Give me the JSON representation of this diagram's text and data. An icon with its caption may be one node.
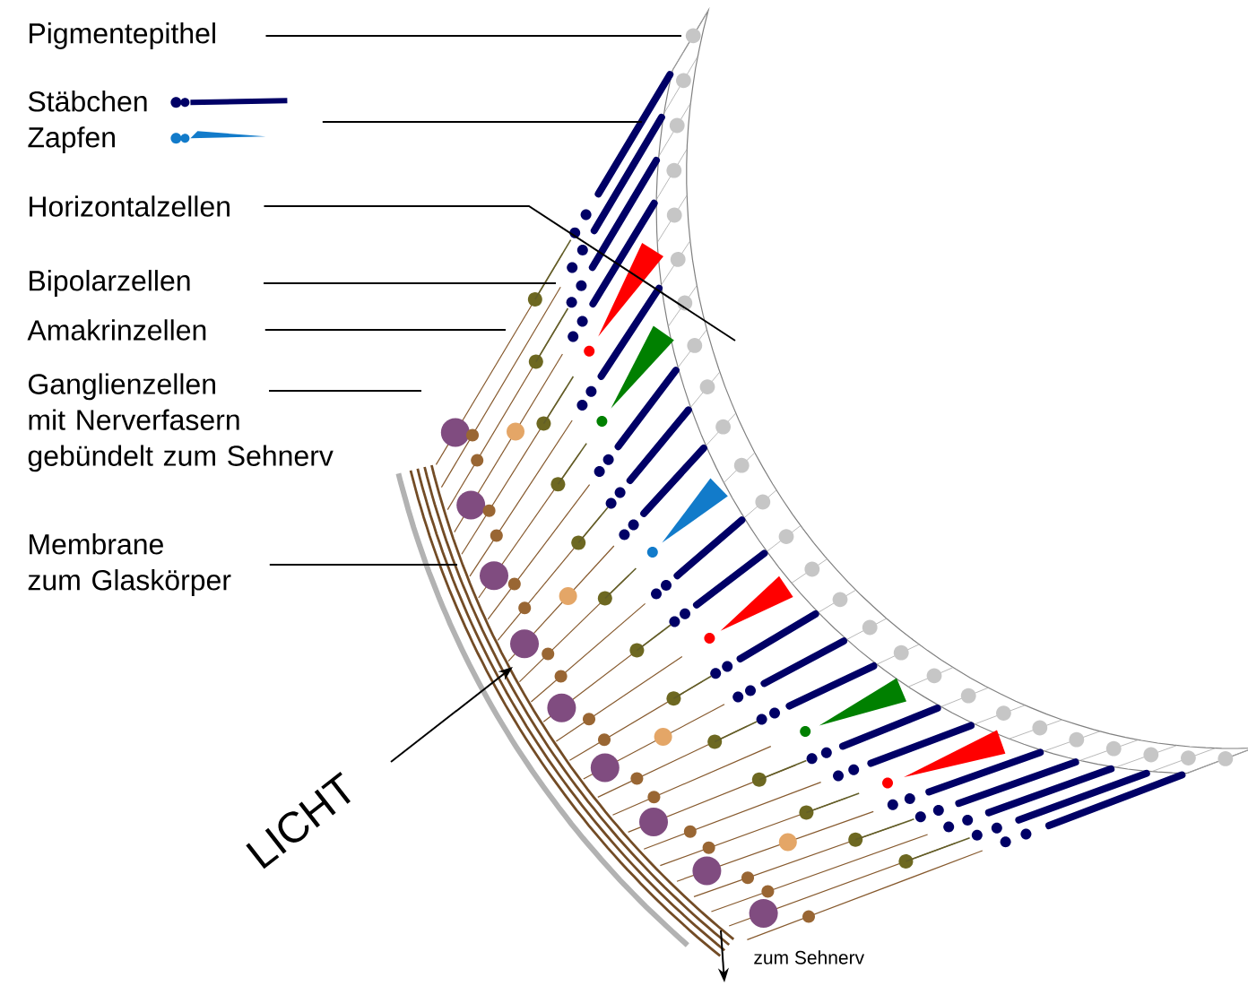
{
  "diagram": {
    "nodes": [
      {
        "text": [
          "Pigmentepithel"
        ]
      },
      {
        "text": [
          "Stäbchen",
          "Zapfen"
        ]
      },
      {
        "text": [
          "Horizontalzellen"
        ]
      },
      {
        "text": [
          "Bipolarzellen"
        ]
      },
      {
        "text": [
          "Amakrinzellen"
        ]
      },
      {
        "text": [
          "Ganglienzellen mit Nerverfasern gebündelt zum Sehnerv"
        ]
      },
      {
        "text": [
          "Membrane zum Glaskörper"
        ]
      }
    ],
    "edges": [
      {
        "from": 0,
        "to": null,
        "arrow": "none"
      },
      {
        "from": 1,
        "to": null,
        "arrow": "none"
      },
      {
        "from": 2,
        "to": null,
        "arrow": "none"
      },
      {
        "from": 3,
        "to": null,
        "arrow": "none"
      },
      {
        "from": 4,
        "to": null,
        "arrow": "none"
      },
      {
        "from": 5,
        "to": null,
        "arrow": "none"
      },
      {
        "from": 6,
        "to": null,
        "arrow": "none"
      }
    ],
    "labels": [
      "LICHT",
      "zum Sehnerv"
    ]
  }
}
